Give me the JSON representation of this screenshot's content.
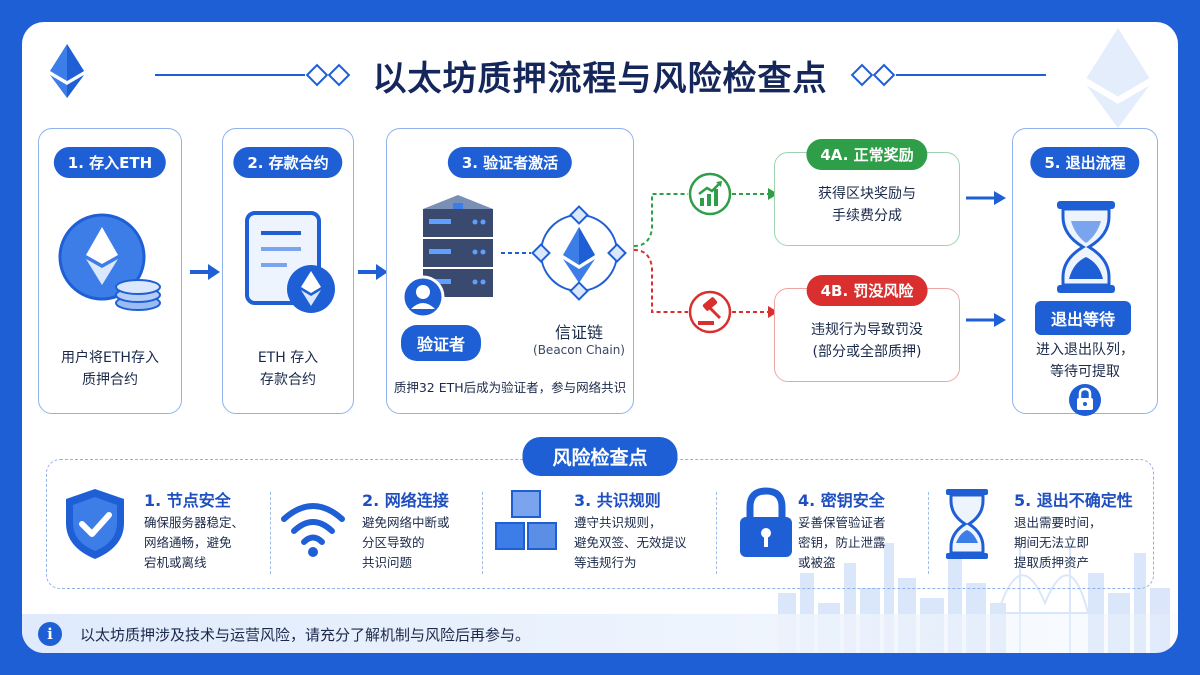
{
  "title": "以太坊质押流程与风险检查点",
  "steps": {
    "s1": {
      "label": "1. 存入ETH",
      "desc_line1": "用户将ETH存入",
      "desc_line2": "质押合约"
    },
    "s2": {
      "label": "2. 存款合约",
      "desc_line1": "ETH 存入",
      "desc_line2": "存款合约"
    },
    "s3": {
      "label": "3. 验证者激活",
      "validator": "验证者",
      "beacon_cn": "信证链",
      "beacon_en": "(Beacon Chain)",
      "note": "质押32 ETH后成为验证者，参与网络共识"
    },
    "s4a": {
      "label": "4A. 正常奖励",
      "desc_line1": "获得区块奖励与",
      "desc_line2": "手续费分成"
    },
    "s4b": {
      "label": "4B. 罚没风险",
      "desc_line1": "违规行为导致罚没",
      "desc_line2": "(部分或全部质押)"
    },
    "s5": {
      "label": "5. 退出流程",
      "wait": "退出等待",
      "desc_line1": "进入退出队列，",
      "desc_line2": "等待可提取"
    }
  },
  "risk": {
    "title": "风险检查点",
    "items": [
      {
        "title": "1. 节点安全",
        "lines": [
          "确保服务器稳定、",
          "网络通畅，避免",
          "宕机或离线"
        ],
        "icon": "shield-check-icon"
      },
      {
        "title": "2. 网络连接",
        "lines": [
          "避免网络中断或",
          "分区导致的",
          "共识问题"
        ],
        "icon": "wifi-icon"
      },
      {
        "title": "3. 共识规则",
        "lines": [
          "遵守共识规则，",
          "避免双签、无效提议",
          "等违规行为"
        ],
        "icon": "cubes-icon"
      },
      {
        "title": "4. 密钥安全",
        "lines": [
          "妥善保管验证者",
          "密钥，防止泄露",
          "或被盗"
        ],
        "icon": "padlock-icon"
      },
      {
        "title": "5. 退出不确定性",
        "lines": [
          "退出需要时间，",
          "期间无法立即",
          "提取质押资产"
        ],
        "icon": "hourglass-icon"
      }
    ]
  },
  "footer": {
    "icon": "info-icon",
    "info_glyph": "i",
    "text": "以太坊质押涉及技术与运营风险，请充分了解机制与风险后再参与。"
  },
  "colors": {
    "primary": "#1f5fd6",
    "navy": "#14265a",
    "green": "#2e9e48",
    "red": "#d9302f"
  }
}
